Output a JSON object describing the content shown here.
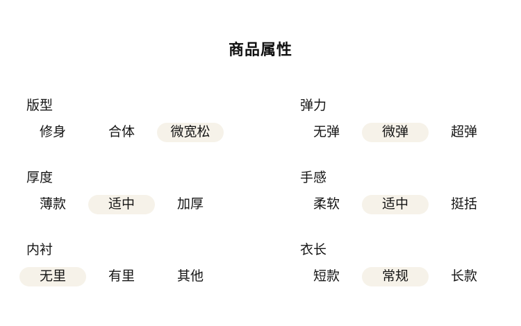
{
  "page": {
    "title": "商品属性",
    "background": "#ffffff"
  },
  "colors": {
    "text": "#141414",
    "pill_bg": "#f6f2e9"
  },
  "columns": [
    {
      "groups": [
        {
          "label": "版型",
          "options": [
            {
              "label": "修身",
              "selected": false
            },
            {
              "label": "合体",
              "selected": false
            },
            {
              "label": "微宽松",
              "selected": true
            }
          ]
        },
        {
          "label": "厚度",
          "options": [
            {
              "label": "薄款",
              "selected": false
            },
            {
              "label": "适中",
              "selected": true
            },
            {
              "label": "加厚",
              "selected": false
            }
          ]
        },
        {
          "label": "内衬",
          "options": [
            {
              "label": "无里",
              "selected": true
            },
            {
              "label": "有里",
              "selected": false
            },
            {
              "label": "其他",
              "selected": false
            }
          ]
        }
      ]
    },
    {
      "groups": [
        {
          "label": "弹力",
          "options": [
            {
              "label": "无弹",
              "selected": false
            },
            {
              "label": "微弹",
              "selected": true
            },
            {
              "label": "超弹",
              "selected": false
            }
          ]
        },
        {
          "label": "手感",
          "options": [
            {
              "label": "柔软",
              "selected": false
            },
            {
              "label": "适中",
              "selected": true
            },
            {
              "label": "挺括",
              "selected": false
            }
          ]
        },
        {
          "label": "衣长",
          "options": [
            {
              "label": "短款",
              "selected": false
            },
            {
              "label": "常规",
              "selected": true
            },
            {
              "label": "长款",
              "selected": false
            }
          ]
        }
      ]
    }
  ]
}
